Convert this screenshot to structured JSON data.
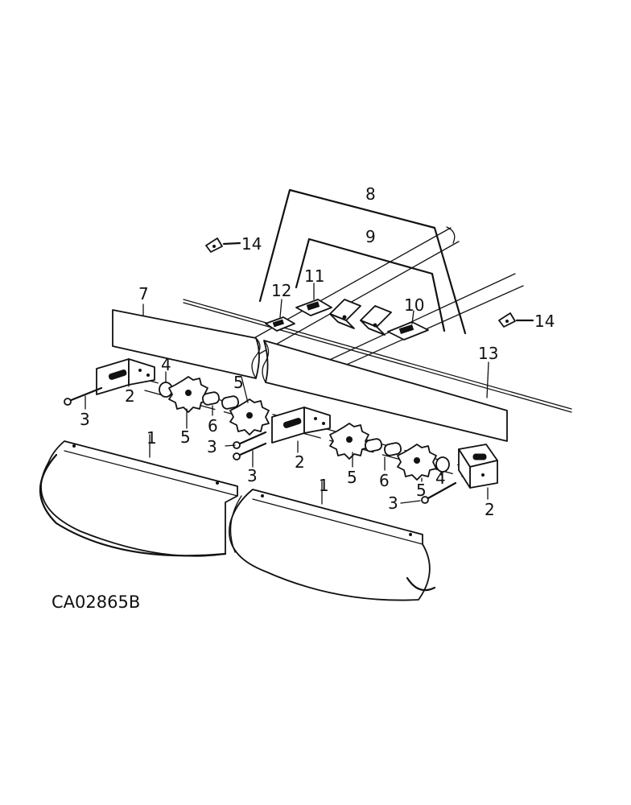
{
  "drawing_code": "CA02865B",
  "callouts": {
    "c1a": "1",
    "c1b": "1",
    "c2a": "2",
    "c2b": "2",
    "c2c": "2",
    "c3a": "3",
    "c3b": "3",
    "c3c": "3",
    "c3d": "3",
    "c4a": "4",
    "c4b": "4",
    "c5a": "5",
    "c5b": "5",
    "c5c": "5",
    "c5d": "5",
    "c6a": "6",
    "c6b": "6",
    "c7": "7",
    "c8": "8",
    "c9": "9",
    "c10": "10",
    "c11": "11",
    "c12": "12",
    "c13": "13",
    "c14a": "14",
    "c14b": "14"
  }
}
